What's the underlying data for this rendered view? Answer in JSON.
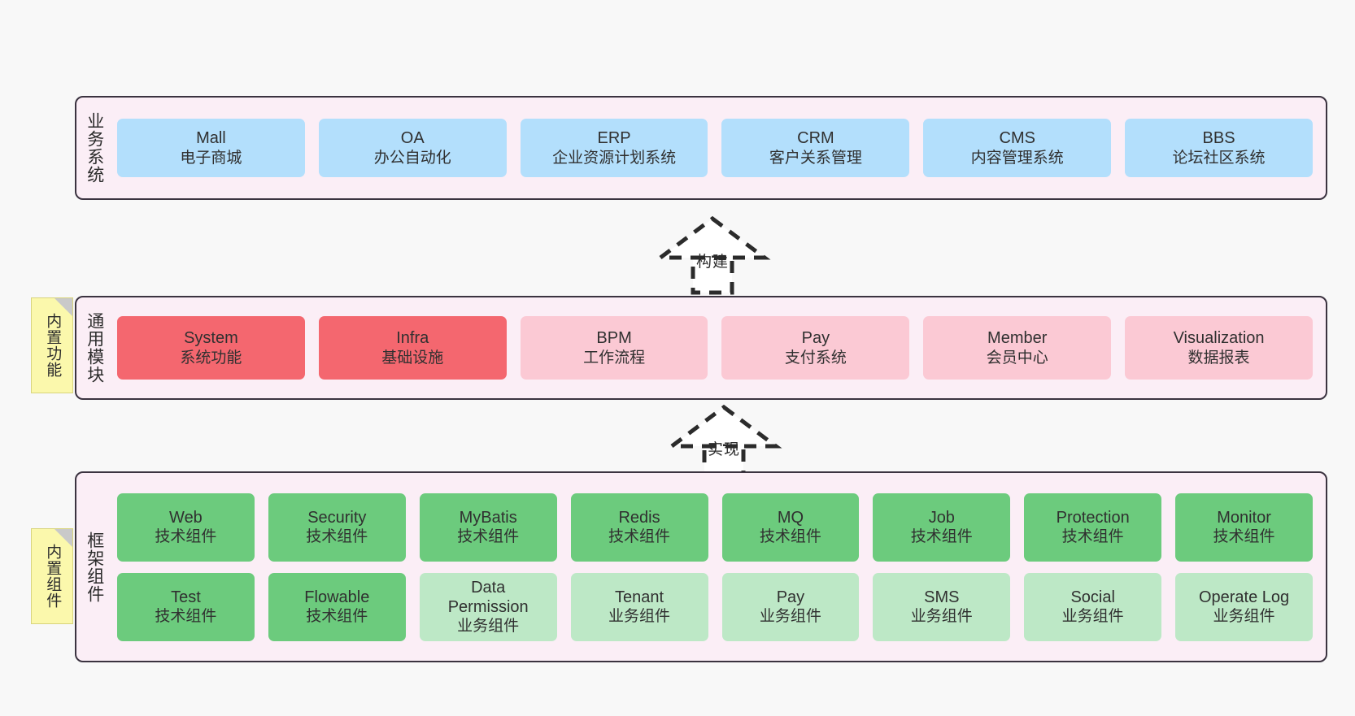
{
  "diagram": {
    "background_color": "#f8f8f8",
    "container_border_color": "#3b3340",
    "container_fill_color": "#fbeef6"
  },
  "layers": [
    {
      "id": "business-system",
      "title": "业务系统",
      "rows": [
        {
          "cards": [
            {
              "en": "Mall",
              "cn": "电子商城",
              "color": "#b3dffc",
              "style": "c-blue"
            },
            {
              "en": "OA",
              "cn": "办公自动化",
              "color": "#b3dffc",
              "style": "c-blue"
            },
            {
              "en": "ERP",
              "cn": "企业资源计划系统",
              "color": "#b3dffc",
              "style": "c-blue"
            },
            {
              "en": "CRM",
              "cn": "客户关系管理",
              "color": "#b3dffc",
              "style": "c-blue"
            },
            {
              "en": "CMS",
              "cn": "内容管理系统",
              "color": "#b3dffc",
              "style": "c-blue"
            },
            {
              "en": "BBS",
              "cn": "论坛社区系统",
              "color": "#b3dffc",
              "style": "c-blue"
            }
          ]
        }
      ]
    },
    {
      "id": "common-module",
      "title": "通用模块",
      "note": "内置功能",
      "rows": [
        {
          "cards": [
            {
              "en": "System",
              "cn": "系统功能",
              "color": "#f4676f",
              "style": "c-red"
            },
            {
              "en": "Infra",
              "cn": "基础设施",
              "color": "#f4676f",
              "style": "c-red"
            },
            {
              "en": "BPM",
              "cn": "工作流程",
              "color": "#fbc9d4",
              "style": "c-pink"
            },
            {
              "en": "Pay",
              "cn": "支付系统",
              "color": "#fbc9d4",
              "style": "c-pink"
            },
            {
              "en": "Member",
              "cn": "会员中心",
              "color": "#fbc9d4",
              "style": "c-pink"
            },
            {
              "en": "Visualization",
              "cn": "数据报表",
              "color": "#fbc9d4",
              "style": "c-pink"
            }
          ]
        }
      ]
    },
    {
      "id": "framework-component",
      "title": "框架组件",
      "note": "内置组件",
      "rows": [
        {
          "cards": [
            {
              "en": "Web",
              "cn": "技术组件",
              "color": "#6ccb7d",
              "style": "c-green"
            },
            {
              "en": "Security",
              "cn": "技术组件",
              "color": "#6ccb7d",
              "style": "c-green"
            },
            {
              "en": "MyBatis",
              "cn": "技术组件",
              "color": "#6ccb7d",
              "style": "c-green"
            },
            {
              "en": "Redis",
              "cn": "技术组件",
              "color": "#6ccb7d",
              "style": "c-green"
            },
            {
              "en": "MQ",
              "cn": "技术组件",
              "color": "#6ccb7d",
              "style": "c-green"
            },
            {
              "en": "Job",
              "cn": "技术组件",
              "color": "#6ccb7d",
              "style": "c-green"
            },
            {
              "en": "Protection",
              "cn": "技术组件",
              "color": "#6ccb7d",
              "style": "c-green"
            },
            {
              "en": "Monitor",
              "cn": "技术组件",
              "color": "#6ccb7d",
              "style": "c-green"
            }
          ]
        },
        {
          "cards": [
            {
              "en": "Test",
              "cn": "技术组件",
              "color": "#6ccb7d",
              "style": "c-green"
            },
            {
              "en": "Flowable",
              "cn": "技术组件",
              "color": "#6ccb7d",
              "style": "c-green"
            },
            {
              "en": "Data Permission",
              "cn": "业务组件",
              "color": "#bde8c6",
              "style": "c-green-light"
            },
            {
              "en": "Tenant",
              "cn": "业务组件",
              "color": "#bde8c6",
              "style": "c-green-light"
            },
            {
              "en": "Pay",
              "cn": "业务组件",
              "color": "#bde8c6",
              "style": "c-green-light"
            },
            {
              "en": "SMS",
              "cn": "业务组件",
              "color": "#bde8c6",
              "style": "c-green-light"
            },
            {
              "en": "Social",
              "cn": "业务组件",
              "color": "#bde8c6",
              "style": "c-green-light"
            },
            {
              "en": "Operate Log",
              "cn": "业务组件",
              "color": "#bde8c6",
              "style": "c-green-light"
            }
          ]
        }
      ]
    }
  ],
  "arrows": [
    {
      "id": "arrow-build",
      "label": "构建"
    },
    {
      "id": "arrow-implement",
      "label": "实现"
    }
  ]
}
